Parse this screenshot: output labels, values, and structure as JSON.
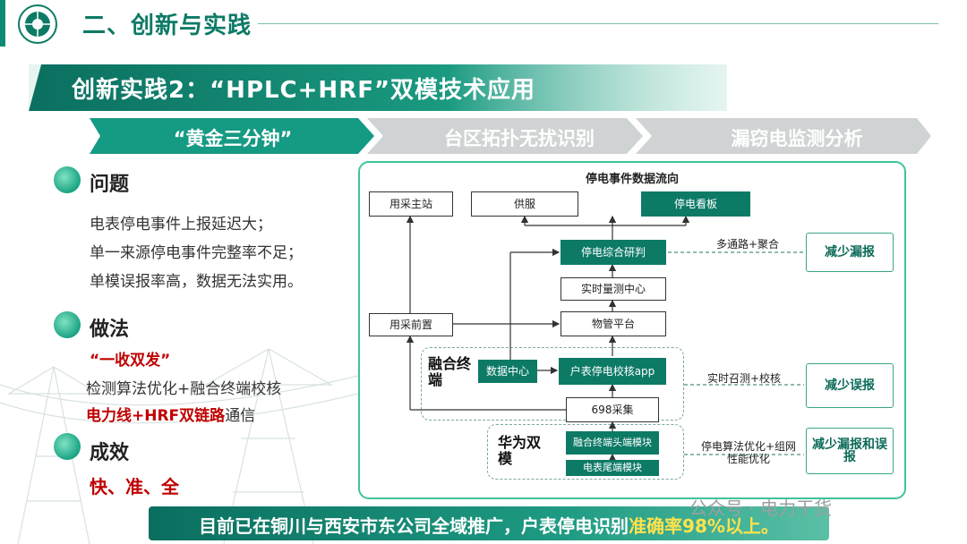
{
  "header": {
    "title": "二、创新与实践"
  },
  "banner": {
    "title": "创新实践2：“HPLC+HRF”双模技术应用"
  },
  "chevrons": [
    "“黄金三分钟”",
    "台区拓扑无扰识别",
    "漏窃电监测分析"
  ],
  "sections": {
    "problem": {
      "title": "问题",
      "lines": [
        "电表停电事件上报延迟大；",
        "单一来源停电事件完整率不足；",
        "单模误报率高，数据无法实用。"
      ]
    },
    "method": {
      "title": "做法",
      "line1": "“一收双发”",
      "line2": "检测算法优化+融合终端校核",
      "line3_red": "电力线+HRF双链路",
      "line3_tail": "通信"
    },
    "result": {
      "title": "成效",
      "line1": "快、准、全"
    }
  },
  "diagram": {
    "title": "停电事件数据流向",
    "boxes": {
      "main_station": "用采主站",
      "service": "供服",
      "outage_board": "停电看板",
      "judge": "停电综合研判",
      "measure": "实时量测中心",
      "frontend": "用采前置",
      "iot": "物管平台",
      "data_center": "数据中心",
      "verify_app": "户表停电校核app",
      "acq698": "698采集",
      "fusion_head": "融合终端头端模块",
      "meter_tail": "电表尾端模块"
    },
    "groups": {
      "fusion": "融合终端",
      "dual": "华为双模"
    },
    "labels": {
      "multi": "多通路+聚合",
      "recall": "实时召测+校核",
      "algo": "停电算法优化+组网性能优化"
    },
    "results": {
      "r1": "减少漏报",
      "r2": "减少误报",
      "r3": "减少漏报和误报"
    }
  },
  "bottom": {
    "text": "目前已在铜川与西安市东公司全域推广，户表停电识别",
    "highlight": "准确率98%以上。"
  },
  "watermark": "公众号 · 电力干货",
  "colors": {
    "accent": "#0d7a66",
    "light_accent": "#3cc49b",
    "red": "#c00000",
    "highlight": "#ffe34d"
  }
}
